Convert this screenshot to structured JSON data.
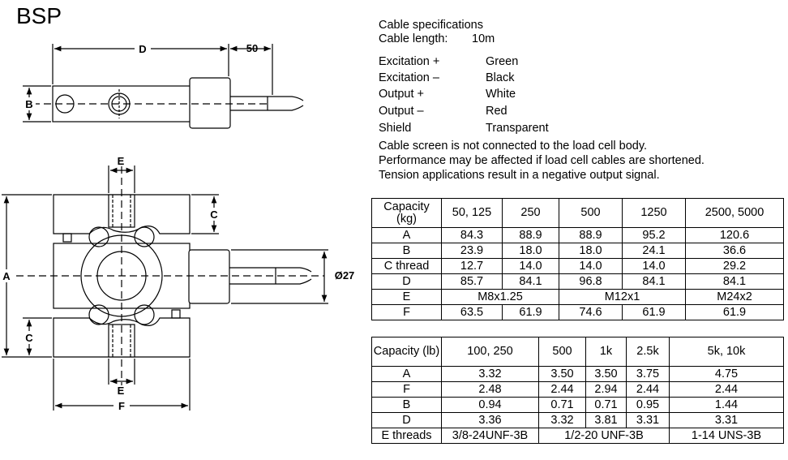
{
  "title": "BSP",
  "drawing": {
    "dims": {
      "d": "D",
      "len50": "50",
      "b": "B",
      "e_top": "E",
      "c_top": "C",
      "a": "A",
      "dia": "Ø27",
      "c_bot": "C",
      "e_bot": "E",
      "f": "F"
    }
  },
  "specs": {
    "heading": "Cable specifications",
    "length_label": "Cable length:",
    "length_value": "10m",
    "wires": [
      {
        "name": "Excitation +",
        "color": "Green"
      },
      {
        "name": "Excitation –",
        "color": "Black"
      },
      {
        "name": "Output +",
        "color": "White"
      },
      {
        "name": "Output –",
        "color": "Red"
      },
      {
        "name": "Shield",
        "color": "Transparent"
      }
    ],
    "notes": [
      "Cable screen is not connected to the load cell body.",
      "Performance may be affected if load cell cables are shortened.",
      "Tension applications result in a negative output signal."
    ]
  },
  "table_kg": {
    "header": [
      "Capacity (kg)",
      "50, 125",
      "250",
      "500",
      "1250",
      "2500, 5000"
    ],
    "rows": [
      [
        "A",
        "84.3",
        "88.9",
        "88.9",
        "95.2",
        "120.6"
      ],
      [
        "B",
        "23.9",
        "18.0",
        "18.0",
        "24.1",
        "36.6"
      ],
      [
        "C thread",
        "12.7",
        "14.0",
        "14.0",
        "14.0",
        "29.2"
      ],
      [
        "D",
        "85.7",
        "84.1",
        "96.8",
        "84.1",
        "84.1"
      ]
    ],
    "e_row": [
      "E",
      "M8x1.25",
      "M12x1",
      "M24x2"
    ],
    "f_row": [
      "F",
      "63.5",
      "61.9",
      "74.6",
      "61.9",
      "61.9"
    ]
  },
  "table_lb": {
    "header": [
      "Capacity (lb)",
      "100, 250",
      "500",
      "1k",
      "2.5k",
      "5k, 10k"
    ],
    "rows": [
      [
        "A",
        "3.32",
        "3.50",
        "3.50",
        "3.75",
        "4.75"
      ],
      [
        "F",
        "2.48",
        "2.44",
        "2.94",
        "2.44",
        "2.44"
      ],
      [
        "B",
        "0.94",
        "0.71",
        "0.71",
        "0.95",
        "1.44"
      ],
      [
        "D",
        "3.36",
        "3.32",
        "3.81",
        "3.31",
        "3.31"
      ]
    ],
    "threads_row": [
      "E threads",
      "3/8-24UNF-3B",
      "1/2-20 UNF-3B",
      "1-14 UNS-3B"
    ]
  }
}
